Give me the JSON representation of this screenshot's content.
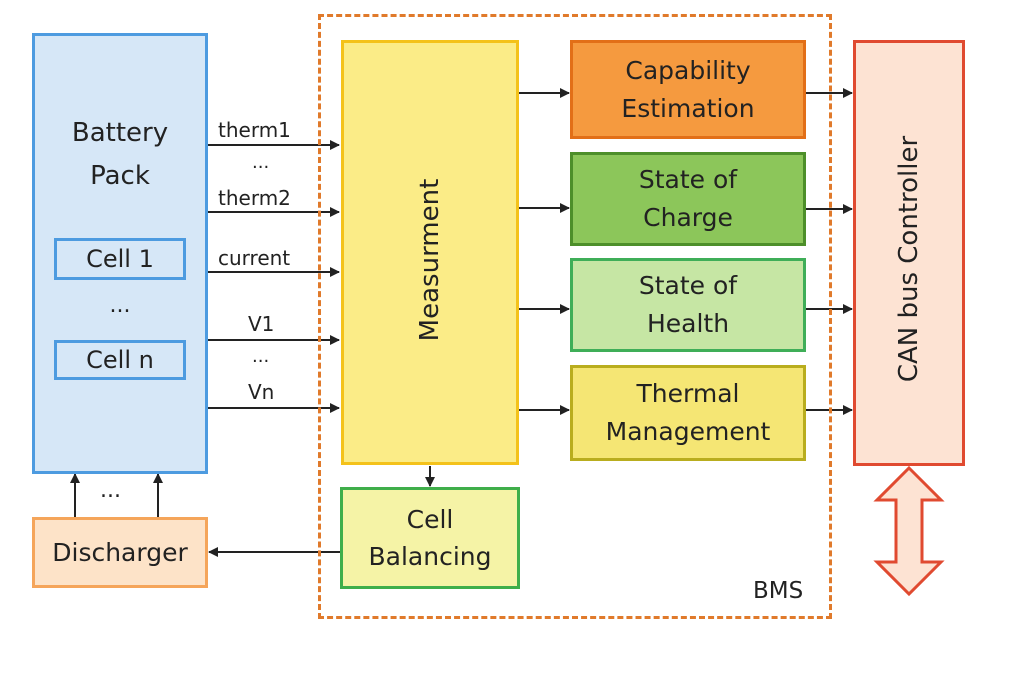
{
  "battery_pack": {
    "title_line1": "Battery",
    "title_line2": "Pack",
    "cell_first": "Cell 1",
    "cell_ellipsis": "...",
    "cell_last": "Cell n"
  },
  "signals": {
    "therm1": "therm1",
    "ellipsis_therm": "...",
    "therm2": "therm2",
    "current": "current",
    "v1": "V1",
    "ellipsis_v": "...",
    "vn": "Vn"
  },
  "bms": {
    "label": "BMS",
    "measurement": "Measurment",
    "capability_line1": "Capability",
    "capability_line2": "Estimation",
    "soc_line1": "State of",
    "soc_line2": "Charge",
    "soh_line1": "State of",
    "soh_line2": "Health",
    "thermal_line1": "Thermal",
    "thermal_line2": "Management",
    "balancing_line1": "Cell",
    "balancing_line2": "Balancing"
  },
  "discharger": {
    "label": "Discharger",
    "ellipsis": "..."
  },
  "can_bus": {
    "label": "CAN bus Controller"
  },
  "colors": {
    "battery_fill": "#d6e7f7",
    "battery_border": "#4d9be0",
    "measurement_fill": "#fbec87",
    "measurement_border": "#f4c21a",
    "capability_fill": "#f59a3f",
    "capability_border": "#e26f17",
    "soc_fill": "#8cc65a",
    "soc_border": "#4d8f2a",
    "soh_fill": "#c6e6a4",
    "soh_border": "#3fae58",
    "thermal_fill": "#f5e674",
    "thermal_border": "#b9ad1e",
    "balancing_fill": "#f5f3a6",
    "balancing_border": "#3fae4a",
    "discharger_fill": "#fde3c8",
    "discharger_border": "#f5a55a",
    "can_fill": "#fde3d3",
    "can_border": "#e04a30",
    "bms_border": "#e07a2b"
  }
}
